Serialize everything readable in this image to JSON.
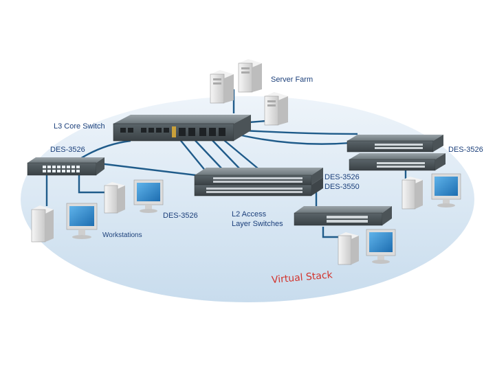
{
  "labels": {
    "server_farm": "Server Farm",
    "core_switch": "L3 Core Switch",
    "des_left": "DES-3526",
    "des_right": "DES-3526",
    "des_center_a": "DES-3526",
    "des_center_b": "DES-3550",
    "des_bottom": "DES-3526",
    "l2_access_line1": "L2 Access",
    "l2_access_line2": "Layer Switches",
    "workstations": "Workstations",
    "virtual_stack": "Virtual Stack"
  },
  "colors": {
    "background_ellipse": "#dbe8f4",
    "cable": "#1f5b8a",
    "label_text": "#1b3f7a",
    "stack_text": "#d2332c",
    "switch_body": "#5f6a70",
    "switch_dark": "#3c4347",
    "server_body": "#e7e7e7",
    "monitor_screen": "#2c86c8"
  }
}
